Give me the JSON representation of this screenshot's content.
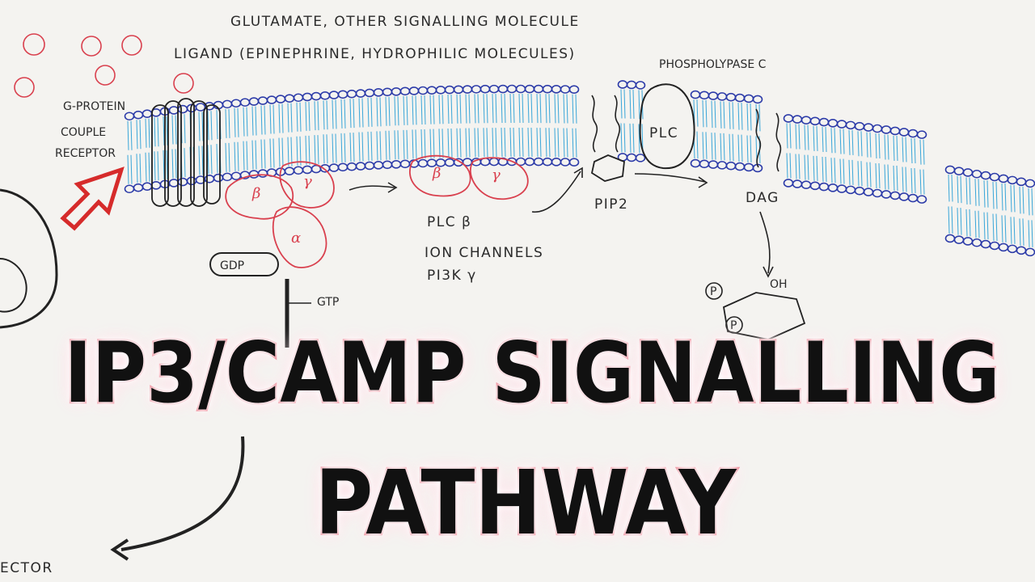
{
  "title": {
    "line1": "IP3/CAMP SIGNALLING",
    "line2": "PATHWAY"
  },
  "diagram": {
    "top_label_1": "GLUTAMATE, OTHER SIGNALLING MOLECULE",
    "top_label_2": "LIGAND (EPINEPHRINE, HYDROPHILIC MOLECULES)",
    "receptor_label_1": "G-PROTEIN",
    "receptor_label_2": "COUPLE",
    "receptor_label_3": "RECEPTOR",
    "enzyme_label": "PHOSPHOLYPASE C",
    "enzyme_abbrev": "PLC",
    "pip2": "PIP2",
    "dag": "DAG",
    "gdp": "GDP",
    "gtp": "GTP",
    "targets_1": "PLC β",
    "targets_2": "ION CHANNELS",
    "targets_3": "PI3K γ",
    "subunit_beta": "β",
    "subunit_gamma": "γ",
    "subunit_alpha": "α",
    "oh": "OH",
    "p1": "P",
    "p2": "P",
    "effector": "ECTOR"
  },
  "colors": {
    "membrane": "#2b3aa8",
    "tails": "#3aa6d8",
    "protein": "#d9404e",
    "title_outline": "#e86a7a"
  }
}
